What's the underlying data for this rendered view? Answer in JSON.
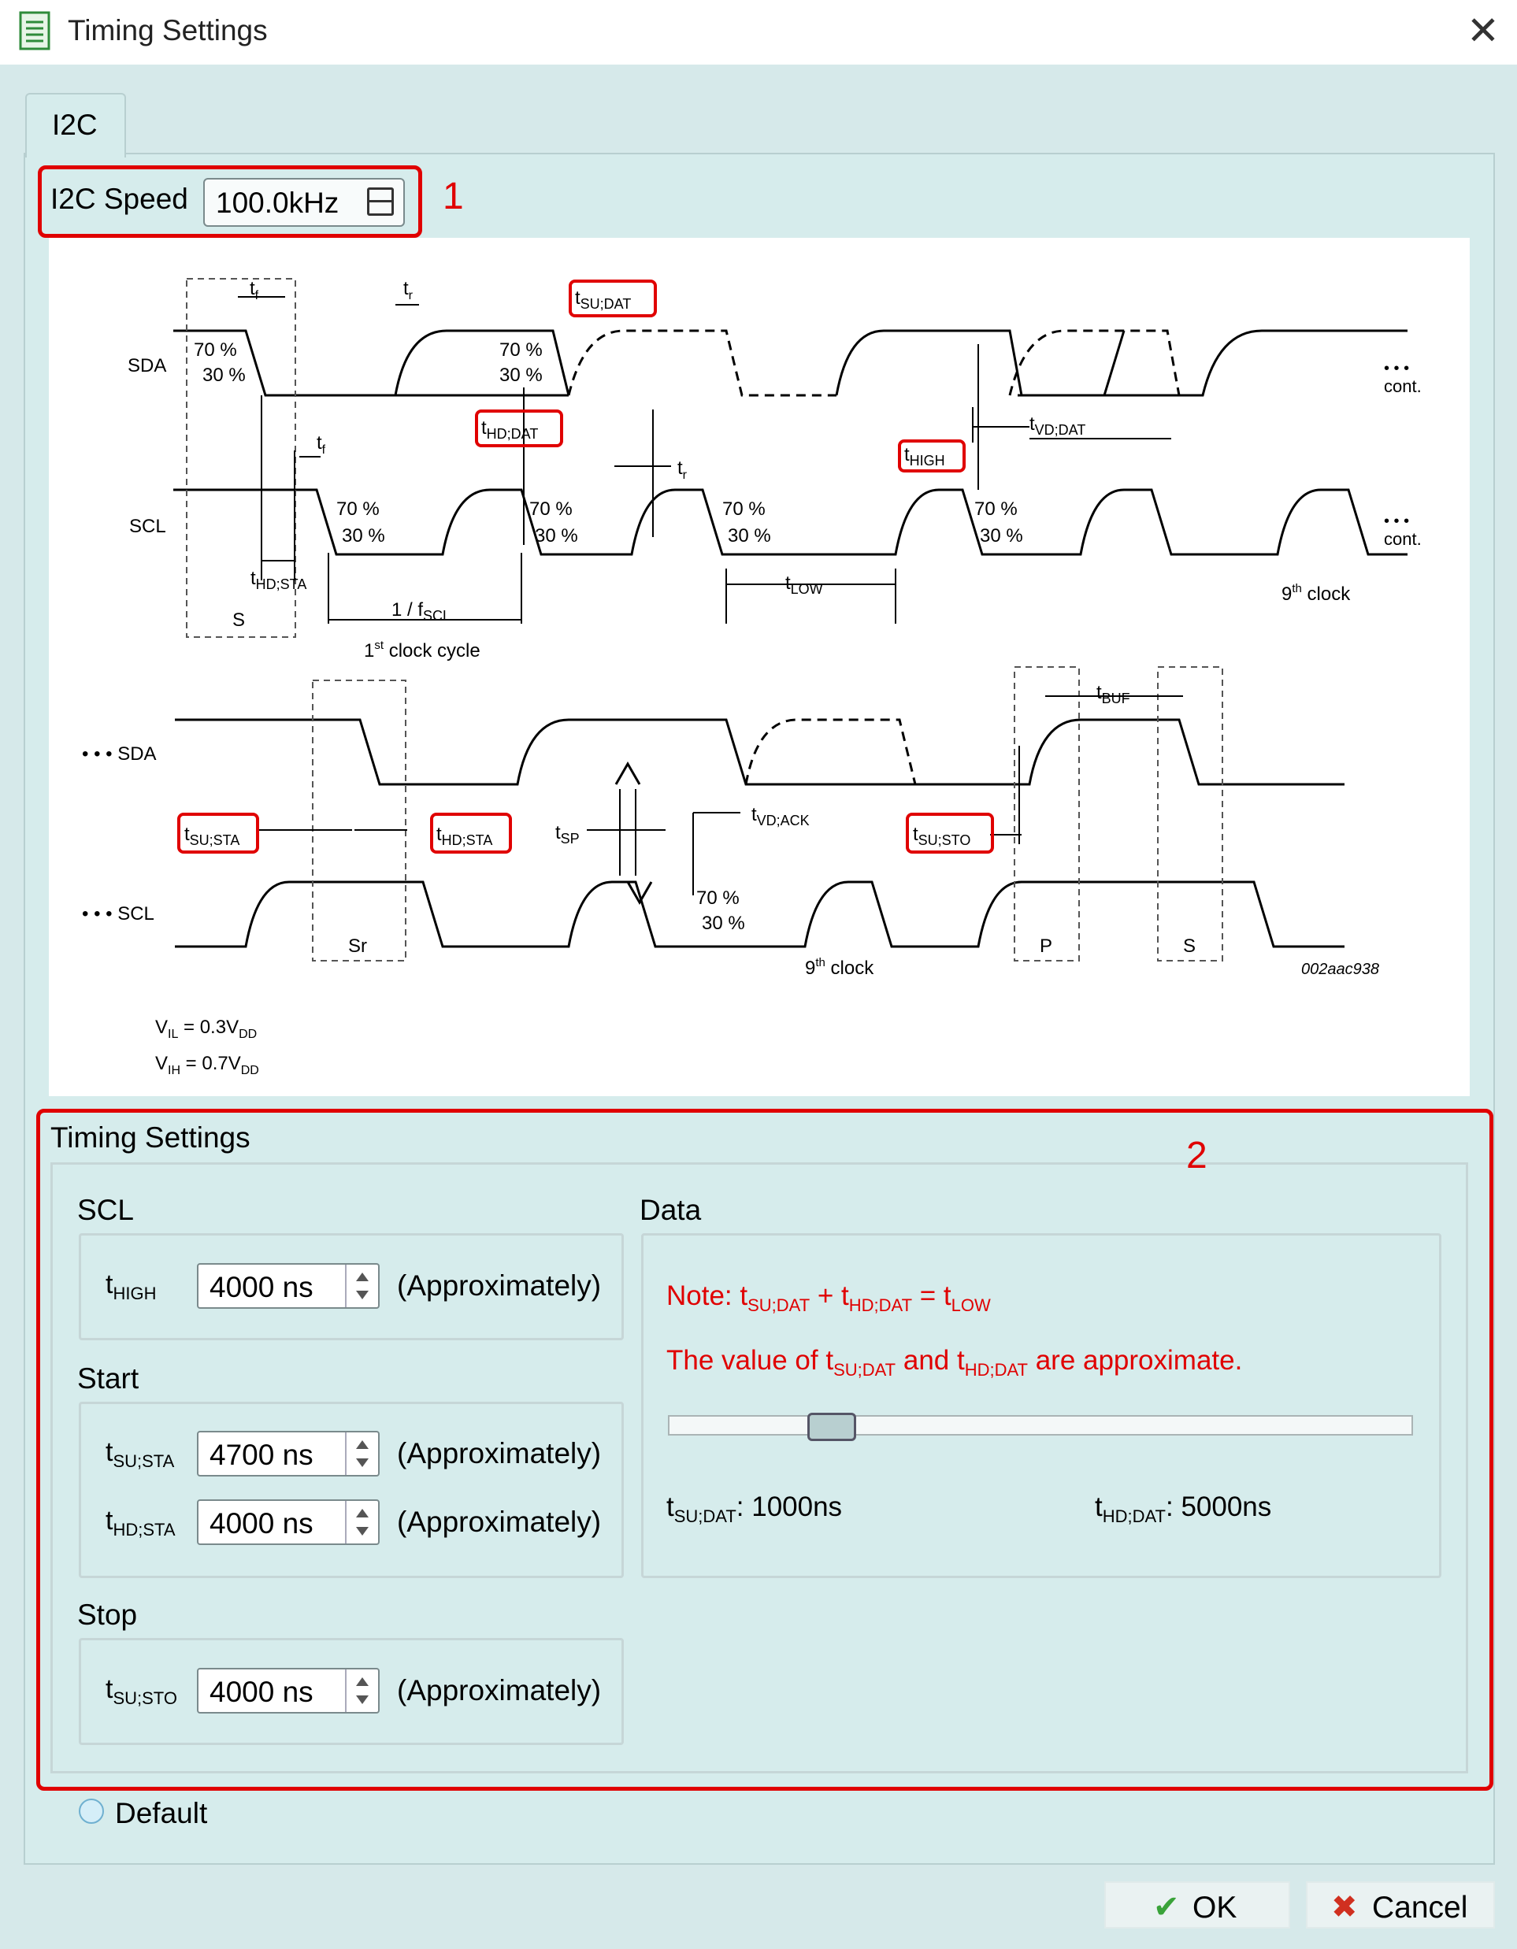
{
  "window": {
    "title": "Timing Settings",
    "close_glyph": "✕",
    "icon": "list-document-icon"
  },
  "tabs": [
    {
      "label": "I2C",
      "selected": true
    }
  ],
  "i2c_speed": {
    "label": "I2C Speed",
    "value": "100.0kHz"
  },
  "annotations": {
    "marker_1": "1",
    "marker_2": "2",
    "highlight_color": "#e00000"
  },
  "diagram": {
    "sda": "SDA",
    "scl": "SCL",
    "sda_cont": "• • • SDA",
    "scl_cont": "• • • SCL",
    "p70": "70 %",
    "p30": "30 %",
    "t": "t",
    "sub_f": "f",
    "sub_r": "r",
    "sub_su_dat": "SU;DAT",
    "sub_hd_dat": "HD;DAT",
    "sub_vd_dat": "VD;DAT",
    "sub_high": "HIGH",
    "sub_low": "LOW",
    "sub_hd_sta": "HD;STA",
    "sub_su_sta": "SU;STA",
    "sub_sp": "SP",
    "sub_vd_ack": "VD;ACK",
    "sub_su_sto": "SU;STO",
    "sub_buf": "BUF",
    "cont": "cont.",
    "dots": "• • •",
    "s": "S",
    "sr": "Sr",
    "p": "P",
    "one_over": "1 / f",
    "sub_scl": "SCL",
    "first_num": "1",
    "first_sup": "st",
    "first_rest": " clock cycle",
    "ninth_num": "9",
    "ninth_sup": "th",
    "ninth_rest": " clock",
    "figure_id": "002aac938",
    "v": "V",
    "vil_sub": "IL",
    "vil_rest": " = 0.3V",
    "vih_sub": "IH",
    "vih_rest": " = 0.7V",
    "vdd_sub": "DD"
  },
  "timing": {
    "group_title": "Timing Settings",
    "approx_label": "(Approximately)",
    "t_prefix": "t",
    "scl": {
      "title": "SCL",
      "t_high": {
        "sub": "HIGH",
        "value": "4000 ns"
      }
    },
    "start": {
      "title": "Start",
      "t_su_sta": {
        "sub": "SU;STA",
        "value": "4700 ns"
      },
      "t_hd_sta": {
        "sub": "HD;STA",
        "value": "4000 ns"
      }
    },
    "stop": {
      "title": "Stop",
      "t_su_sto": {
        "sub": "SU;STO",
        "value": "4000 ns"
      }
    },
    "data": {
      "title": "Data",
      "note_prefix": "Note: t",
      "note_sub1": "SU;DAT",
      "note_plus": " + t",
      "note_sub2": "HD;DAT",
      "note_eq": " = t",
      "note_sub3": "LOW",
      "approx_prefix": "The value of t",
      "approx_sub1": "SU;DAT",
      "approx_and": " and t",
      "approx_sub2": "HD;DAT",
      "approx_rest": " are approximate.",
      "slider_fraction": 0.2,
      "su_dat_sub": "SU;DAT",
      "su_dat_value": ": 1000ns",
      "hd_dat_sub": "HD;DAT",
      "hd_dat_value": ": 5000ns"
    }
  },
  "default_option": {
    "label": "Default",
    "checked": false
  },
  "buttons": {
    "ok": "OK",
    "cancel": "Cancel",
    "ok_icon": "✔",
    "cancel_icon": "✖"
  }
}
